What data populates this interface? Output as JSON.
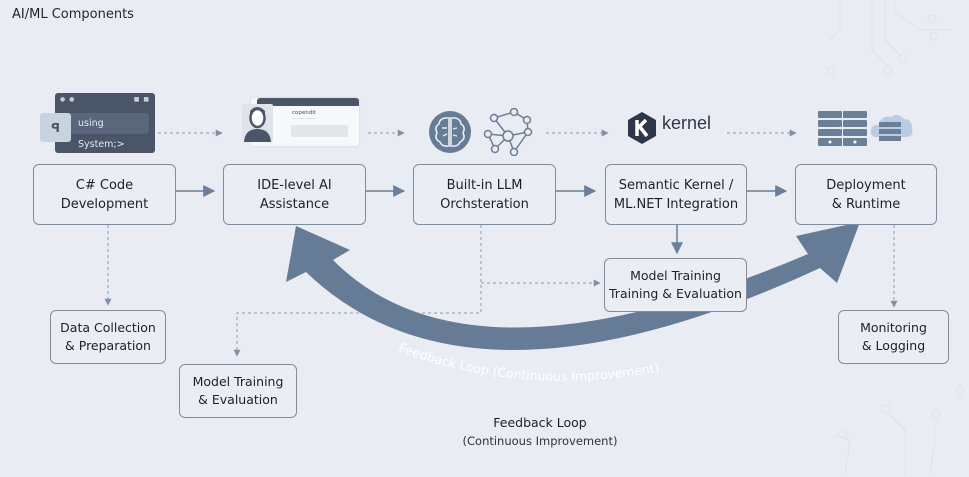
{
  "title": "AI/ML Components",
  "stages": [
    {
      "id": "csharp",
      "label": "C# Code\nDevelopment",
      "icon": "code-editor-icon",
      "icon_text": "using System;>"
    },
    {
      "id": "ide",
      "label": "IDE-level AI\nAssistance",
      "icon": "ai-assistant-profile-icon",
      "icon_text": "copendit"
    },
    {
      "id": "llm",
      "label": "Built-in LLM\nOrchsteration",
      "icon": "brain-network-icon"
    },
    {
      "id": "sk",
      "label": "Semantic Kernel /\nML.NET Integration",
      "icon": "kernel-logo-icon",
      "icon_text": "kernel"
    },
    {
      "id": "deploy",
      "label": "Deployment\n& Runtime",
      "icon": "server-cloud-icon"
    }
  ],
  "sub_nodes": [
    {
      "id": "data",
      "label": "Data Collection\n& Preparation"
    },
    {
      "id": "model-left",
      "label": "Model Training\n& Evaluation"
    },
    {
      "id": "model-mid",
      "label": "Model Training\nTraining & Evaluation"
    },
    {
      "id": "monitor",
      "label": "Monitoring\n& Logging"
    }
  ],
  "feedback": {
    "arc_label": "Feedback Loop (Continuous Improvement)",
    "caption_line1": "Feedback Loop",
    "caption_line2": "(Continuous Improvement)"
  },
  "colors": {
    "background": "#e9ecf2",
    "box_border": "#7d8da3",
    "arrow": "#6b7f98",
    "feedback_arc": "#667b95",
    "text": "#1b212b"
  }
}
